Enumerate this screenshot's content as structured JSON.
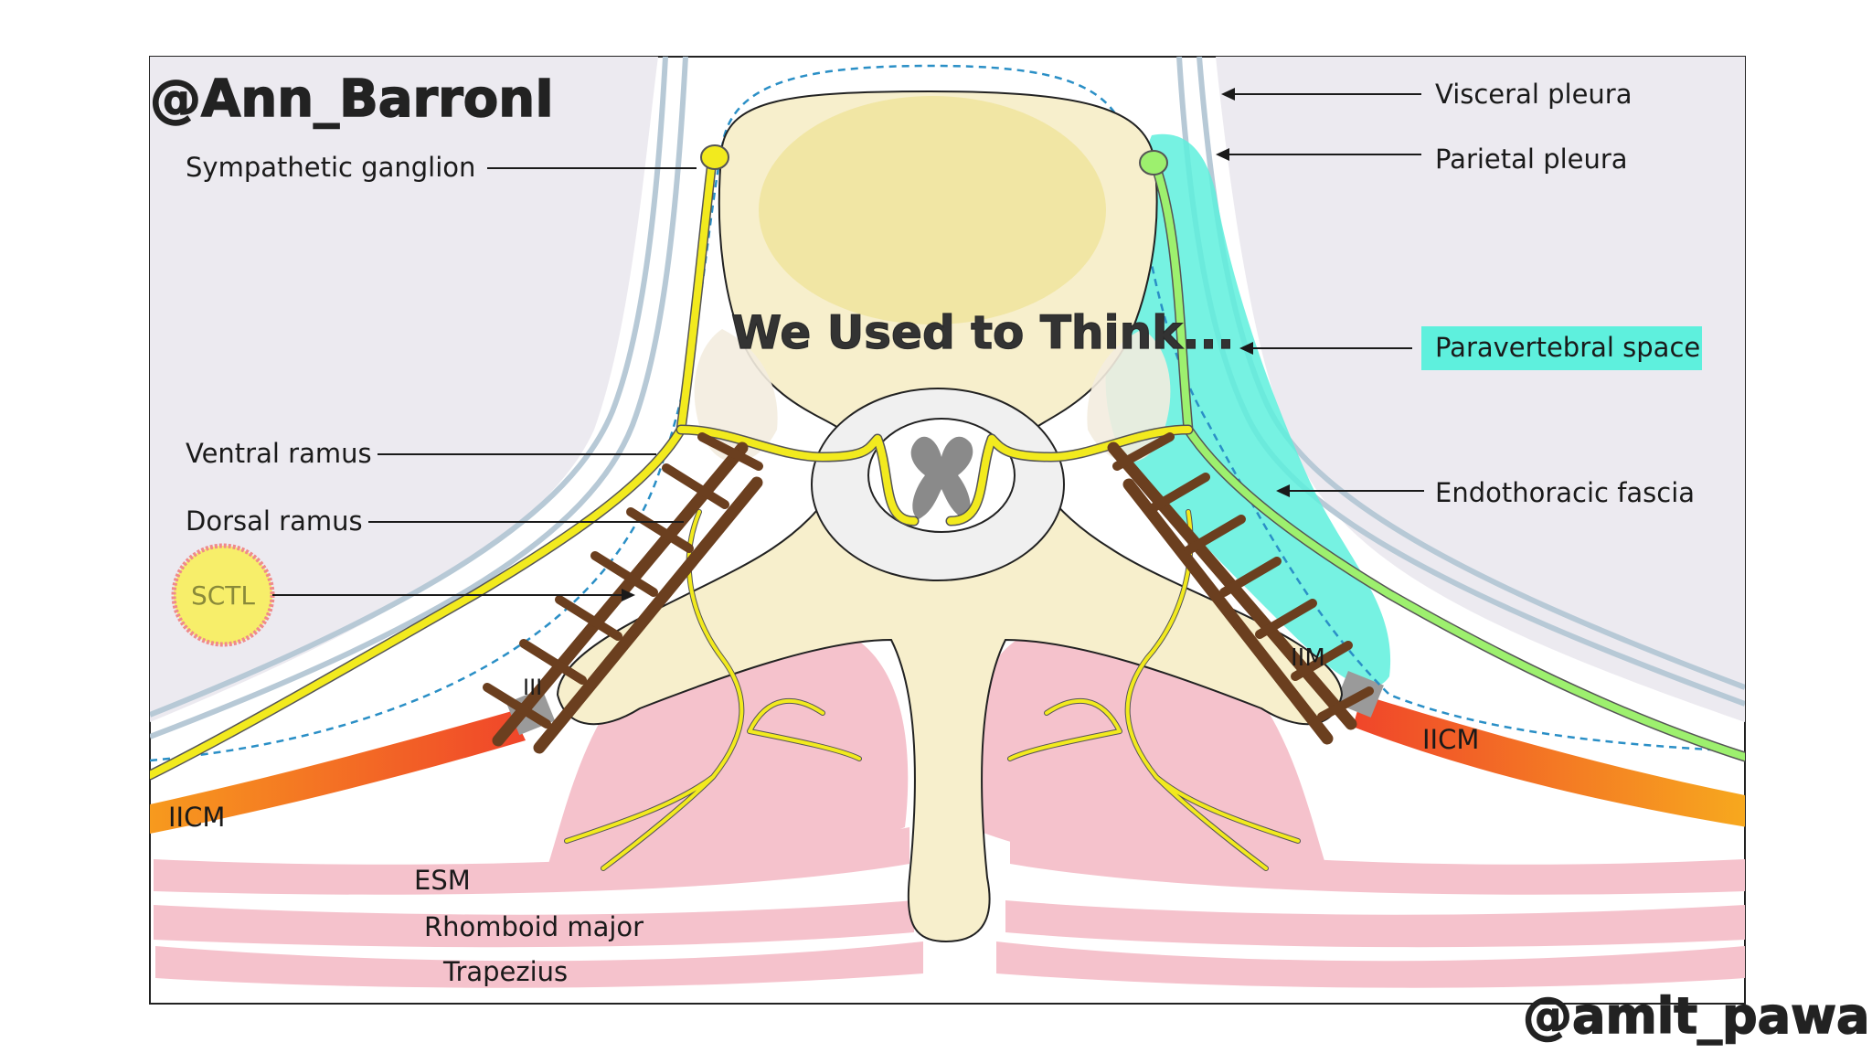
{
  "watermarks": {
    "author_top": "@Ann_BarronI",
    "author_bottom": "@amit_pawa"
  },
  "headline": "We Used to Think...",
  "labels": {
    "sympathetic_ganglion": "Sympathetic ganglion",
    "ventral_ramus": "Ventral ramus",
    "dorsal_ramus": "Dorsal ramus",
    "sctl": "SCTL",
    "visceral_pleura": "Visceral pleura",
    "parietal_pleura": "Parietal pleura",
    "paravertebral_space": "Paravertebral space",
    "endothoracic_fascia": "Endothoracic fascia",
    "iicm_left": "IICM",
    "iicm_right": "IICM",
    "iim": "IIM",
    "iii": "III",
    "esm": "ESM",
    "rhomboid_major": "Rhomboid major",
    "trapezius": "Trapezius"
  },
  "colors": {
    "pleura": "#b7c9d6",
    "lung_bg": "#eceaf0",
    "vertebra": "#f7efcc",
    "vertebral_body": "#efe39a",
    "paravertebral_highlight": "#5ef0dd",
    "nerve": "#f2ea1e",
    "muscle": "#f5c2cc",
    "intercostal": "#f07a1e",
    "ligament": "#6b3f1f",
    "fascia_dashed": "#2a8fc6",
    "sctl_circle": "#f7ee6a"
  }
}
